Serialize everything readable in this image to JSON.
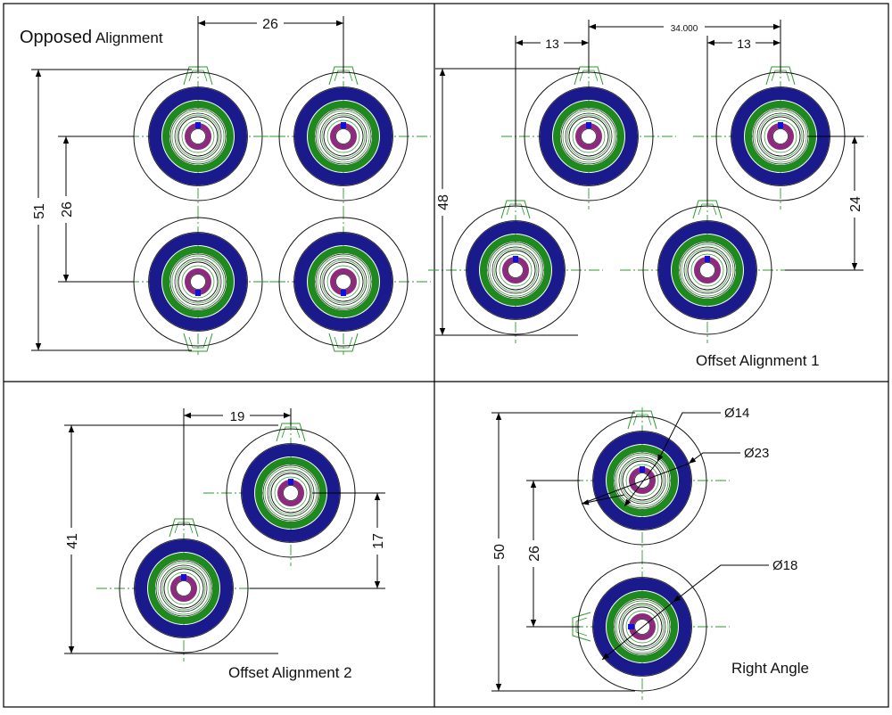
{
  "panels": [
    {
      "id": "opposed",
      "title_main": "Opposed",
      "title_rest": " Alignment"
    },
    {
      "id": "offset1",
      "title": "Offset Alignment 1"
    },
    {
      "id": "offset2",
      "title": "Offset Alignment 2"
    },
    {
      "id": "right-angle",
      "title": "Right Angle"
    }
  ],
  "dimensions": {
    "opposed": {
      "h_spacing": "26",
      "overall_height": "51",
      "v_spacing": "26"
    },
    "offset1": {
      "offset_left": "13",
      "total_span": "34.000",
      "offset_right": "13",
      "overall_height": "48",
      "v_offset": "24"
    },
    "offset2": {
      "h_offset": "19",
      "overall_height": "41",
      "v_offset": "17"
    },
    "right_angle": {
      "dia_inner": "Ø14",
      "dia_outer": "Ø23",
      "dia_mid": "Ø18",
      "overall_height": "50",
      "v_spacing": "26"
    }
  },
  "colors": {
    "outer_ring": "#1a1a8c",
    "green_ring": "#1e8a1e",
    "purple_ring": "#8e2a7e",
    "centerline": "#2a9a2a",
    "blue_mark": "#1010e0",
    "outline": "#111111"
  }
}
